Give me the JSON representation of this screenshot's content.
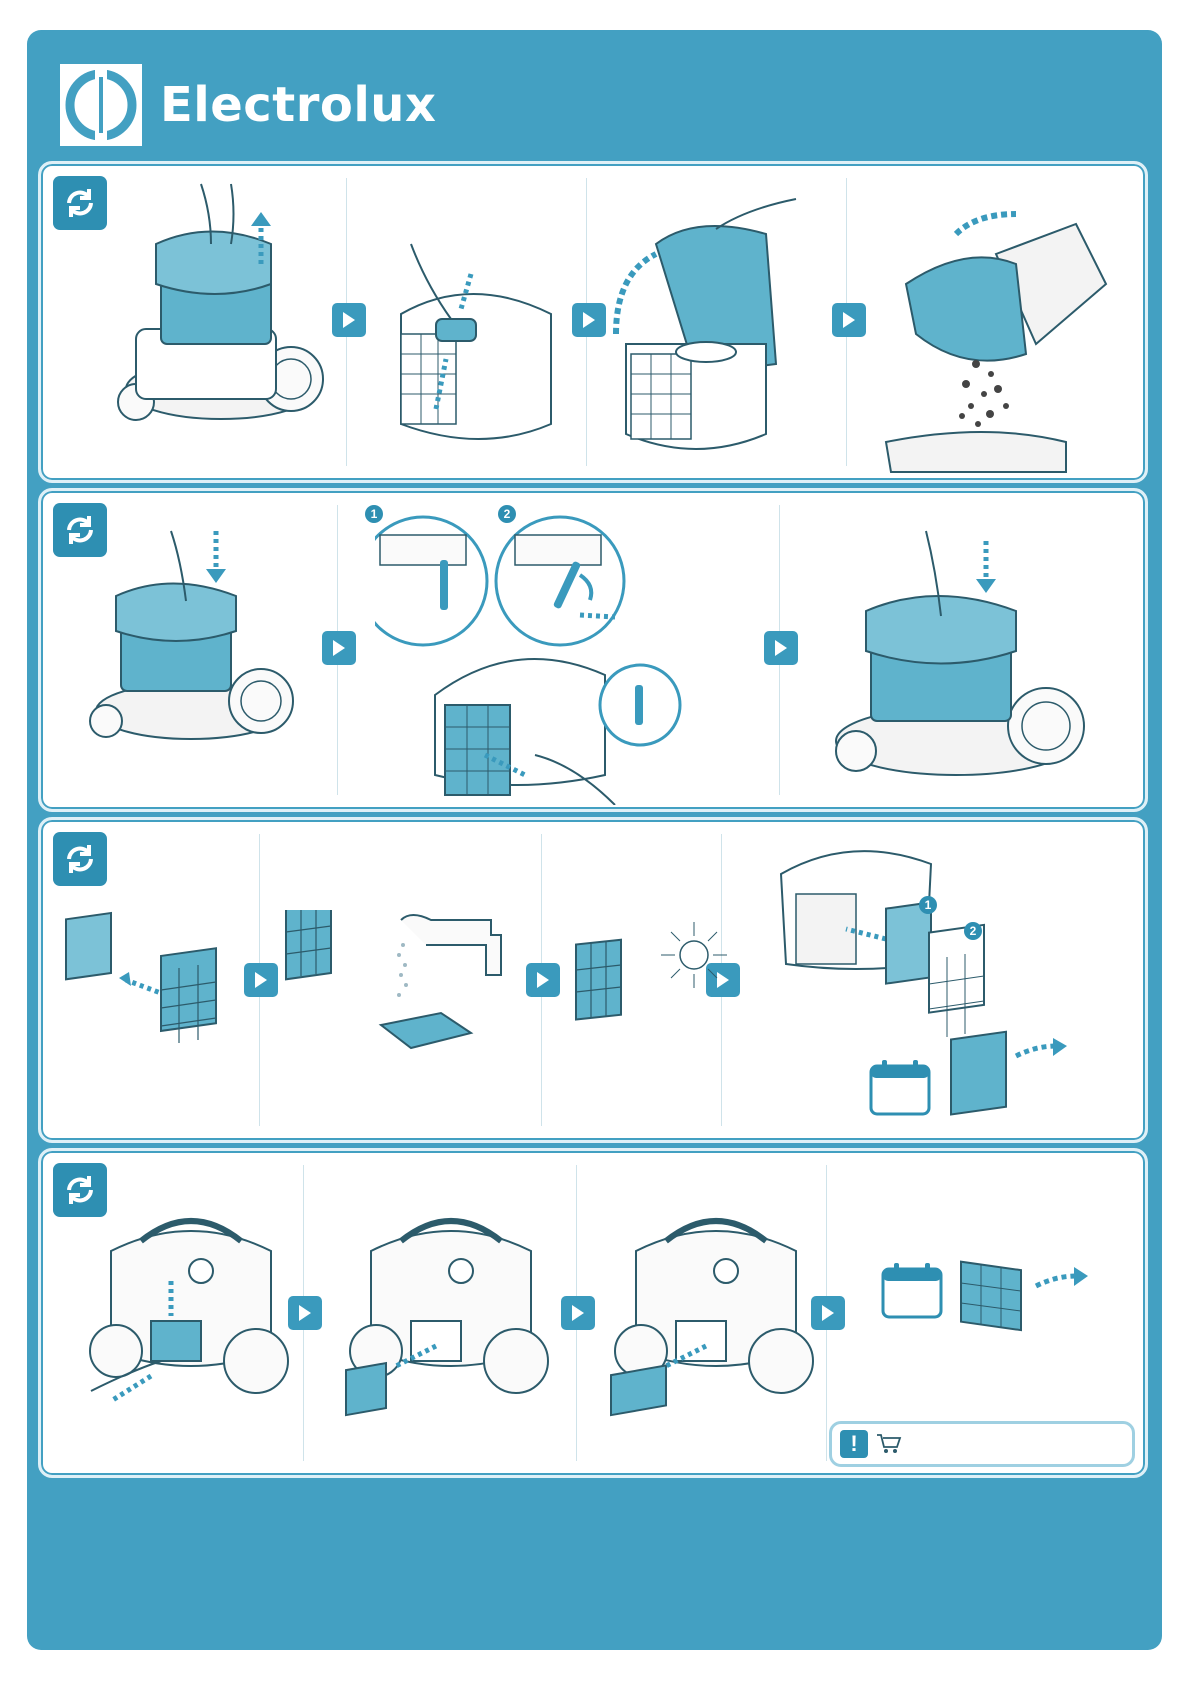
{
  "brand": {
    "name": "Electrolux"
  },
  "colors": {
    "sheet": "#43a0c2",
    "accent": "#3a9abd",
    "part": "#5fb3cc",
    "line": "#2c5b6b"
  },
  "icons": {
    "cycle": "cycle-icon",
    "next": "play-arrow-icon",
    "calendar": "calendar-icon",
    "warning": "exclamation-icon",
    "cart": "shopping-cart-icon",
    "sun": "sun-icon",
    "faucet": "faucet-icon"
  },
  "sections": [
    {
      "id": "empty-dust-container",
      "steps": 4
    },
    {
      "id": "clean-container-filter",
      "steps": 3,
      "callouts": [
        "1",
        "2"
      ]
    },
    {
      "id": "wash-filters",
      "steps": 4,
      "callouts": [
        "1",
        "2"
      ]
    },
    {
      "id": "exhaust-filter",
      "steps": 4
    }
  ]
}
